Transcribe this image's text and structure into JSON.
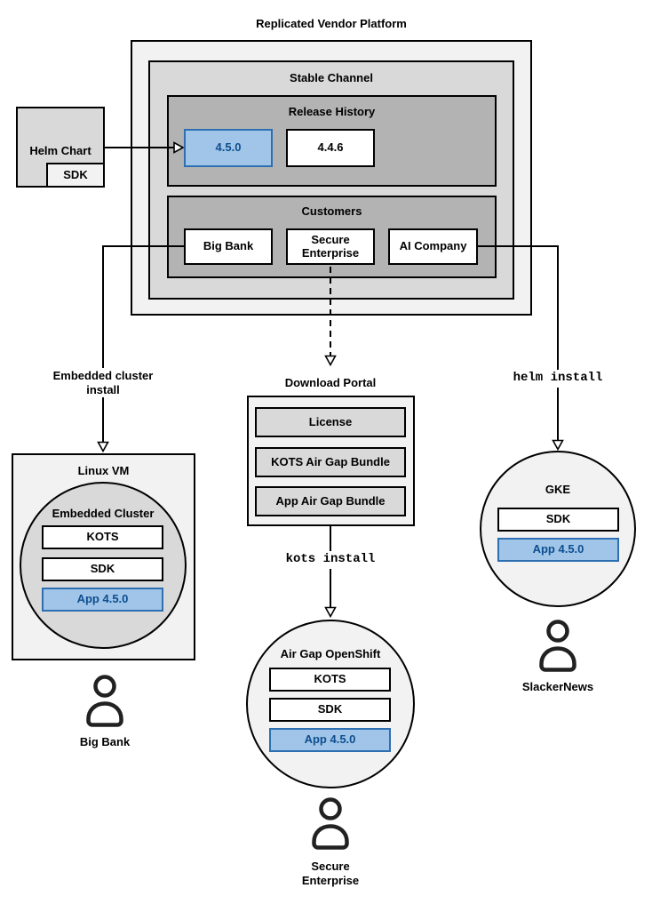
{
  "platform": {
    "title": "Replicated Vendor Platform",
    "channel": {
      "label": "Stable Channel"
    },
    "release_history": {
      "label": "Release History",
      "releases": [
        {
          "version": "4.5.0",
          "current": true
        },
        {
          "version": "4.4.6",
          "current": false
        }
      ]
    },
    "customers": {
      "label": "Customers",
      "items": [
        {
          "name": "Big Bank"
        },
        {
          "name": "Secure\nEnterprise"
        },
        {
          "name": "AI Company"
        }
      ]
    }
  },
  "helm_chart": {
    "label": "Helm Chart",
    "sdk": "SDK"
  },
  "download_portal": {
    "title": "Download Portal",
    "items": [
      {
        "label": "License"
      },
      {
        "label": "KOTS Air Gap Bundle"
      },
      {
        "label": "App Air Gap Bundle"
      }
    ]
  },
  "edges": {
    "embedded_cluster_install": "Embedded cluster\ninstall",
    "kots_install": "kots install",
    "helm_install": "helm install"
  },
  "installs": {
    "linux_vm": {
      "label": "Linux VM",
      "cluster": "Embedded Cluster",
      "stack": [
        {
          "label": "KOTS",
          "current": false
        },
        {
          "label": "SDK",
          "current": false
        },
        {
          "label": "App 4.5.0",
          "current": true
        }
      ],
      "user": "Big Bank"
    },
    "airgap_openshift": {
      "label": "Air Gap OpenShift",
      "stack": [
        {
          "label": "KOTS",
          "current": false
        },
        {
          "label": "SDK",
          "current": false
        },
        {
          "label": "App 4.5.0",
          "current": true
        }
      ],
      "user": "Secure\nEnterprise"
    },
    "gke": {
      "label": "GKE",
      "stack": [
        {
          "label": "SDK",
          "current": false
        },
        {
          "label": "App 4.5.0",
          "current": true
        }
      ],
      "user": "SlackerNews"
    }
  },
  "colors": {
    "highlight_fill": "#a0c5e8",
    "highlight_border": "#2e6fb2",
    "highlight_text": "#0d4e8f",
    "gray_lightest": "#f2f2f2",
    "gray_light": "#d9d9d9",
    "gray_medium": "#b3b3b3"
  }
}
